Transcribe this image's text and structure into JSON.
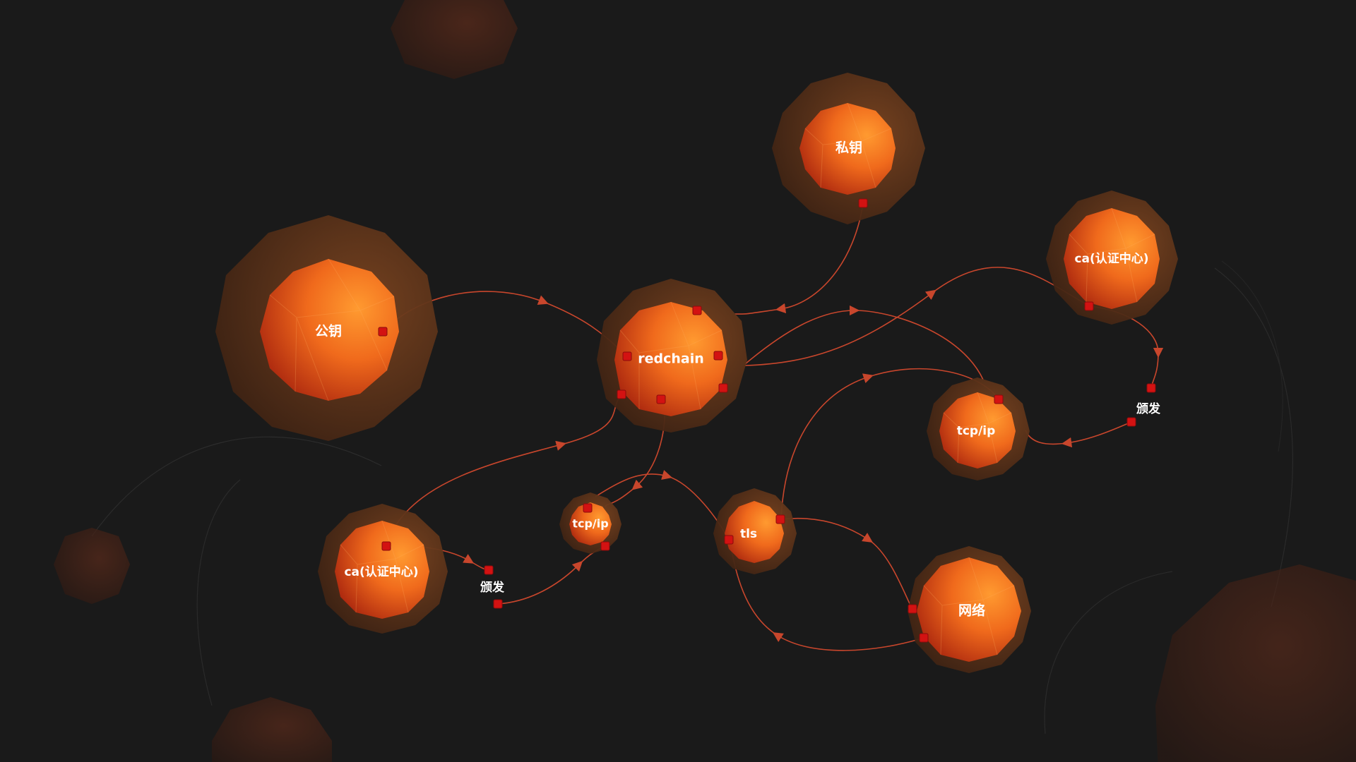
{
  "diagram": {
    "nodes": [
      {
        "id": "n_public_key",
        "label": "公钥"
      },
      {
        "id": "n_private_key",
        "label": "私钥"
      },
      {
        "id": "n_redchain",
        "label": "redchain"
      },
      {
        "id": "n_ca_right",
        "label": "ca(认证中心)"
      },
      {
        "id": "n_tcpip_right",
        "label": "tcp/ip"
      },
      {
        "id": "n_ca_left",
        "label": "ca(认证中心)"
      },
      {
        "id": "n_tcpip_small",
        "label": "tcp/ip"
      },
      {
        "id": "n_tls",
        "label": "tls"
      },
      {
        "id": "n_network",
        "label": "网络"
      }
    ],
    "edge_labels": [
      {
        "id": "l_issue_left",
        "text": "颁发"
      },
      {
        "id": "l_issue_right",
        "text": "颁发"
      }
    ],
    "edges": [
      {
        "from": "n_public_key",
        "to": "n_redchain"
      },
      {
        "from": "n_private_key",
        "to": "n_redchain"
      },
      {
        "from": "n_ca_left",
        "to": "n_redchain"
      },
      {
        "from": "n_redchain",
        "to": "n_ca_right"
      },
      {
        "from": "n_redchain",
        "to": "n_tcpip_right"
      },
      {
        "from": "n_redchain",
        "to": "n_tcpip_small"
      },
      {
        "from": "n_ca_left",
        "to": "l_issue_left"
      },
      {
        "from": "l_issue_left",
        "to": "n_tcpip_small"
      },
      {
        "from": "n_ca_right",
        "to": "l_issue_right"
      },
      {
        "from": "l_issue_right",
        "to": "n_tcpip_right"
      },
      {
        "from": "n_tcpip_small",
        "to": "n_tls"
      },
      {
        "from": "n_tls",
        "to": "n_tcpip_right"
      },
      {
        "from": "n_tls",
        "to": "n_network"
      },
      {
        "from": "n_network",
        "to": "n_tls"
      }
    ],
    "colors": {
      "background": "#1a1a1a",
      "sphere_outer": "#5a3218",
      "sphere_inner_light": "#ff8a2a",
      "sphere_inner_dark": "#b8260e",
      "edge": "#c8462c",
      "port": "#d31212"
    }
  }
}
